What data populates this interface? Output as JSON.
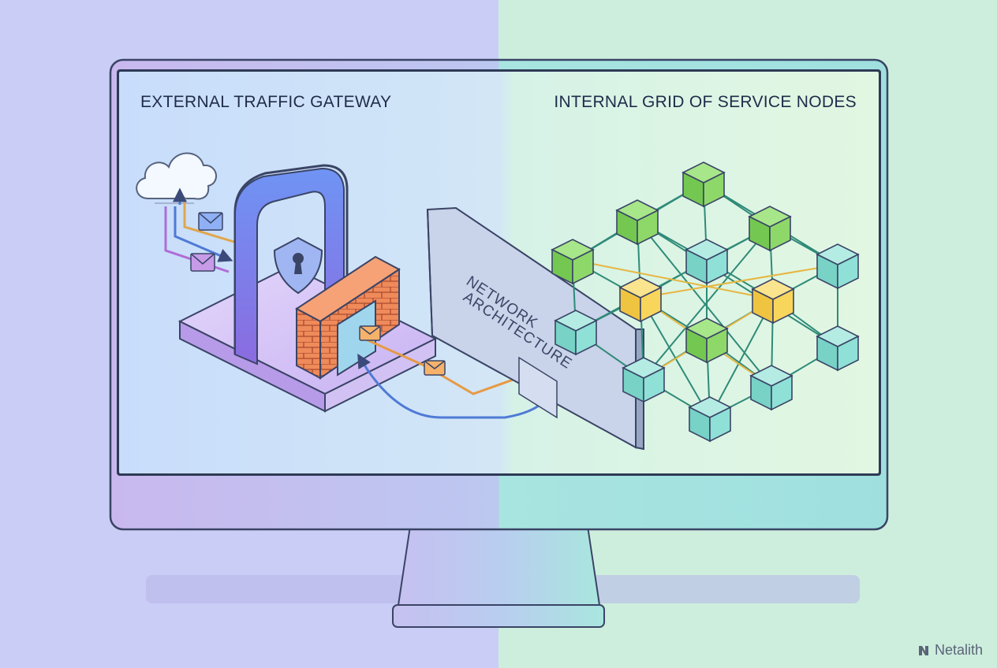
{
  "panels": {
    "left_title": "EXTERNAL TRAFFIC GATEWAY",
    "right_title": "INTERNAL GRID OF SERVICE NODES"
  },
  "center_sign": {
    "line1": "NETWORK",
    "line2": "ARCHITECTURE"
  },
  "watermark": {
    "text": "Netalith"
  },
  "colors": {
    "bg_left": "#cacdf6",
    "bg_right": "#cdeedd",
    "screen_left": "#cfe3fb",
    "screen_right": "#dbf5e6",
    "outline": "#2e3a55",
    "node_green": "#8ed86a",
    "node_teal": "#8fe0d6",
    "node_yellow": "#f8d65c",
    "gateway_blue": "#6b8ff0",
    "brick_orange": "#f08a5a",
    "message_orange": "#f6b26b"
  },
  "icons": [
    "cloud-icon",
    "envelope-icon",
    "shield-lock-icon",
    "firewall-icon",
    "arrow-icon",
    "node-cube-icon"
  ]
}
